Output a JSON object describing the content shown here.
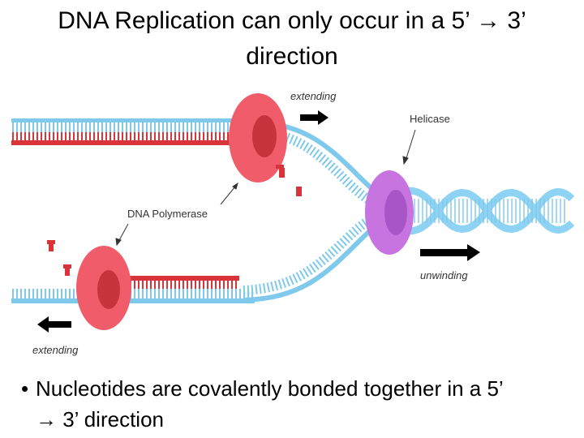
{
  "slide": {
    "title_line1": "DNA Replication can only occur in a 5’ → 3’",
    "title_line2": "direction",
    "bullet_symbol": "•",
    "bullet_line1": "Nucleotides are covalently bonded together in a 5’",
    "bullet_line2": "→ 3’ direction"
  },
  "diagram": {
    "labels": {
      "extending_top": "extending",
      "helicase": "Helicase",
      "dna_polymerase": "DNA Polymerase",
      "unwinding": "unwinding",
      "extending_bottom": "extending"
    },
    "colors": {
      "template_strand": "#7ec9ec",
      "new_strand": "#d9343a",
      "polymerase": "#f05c6a",
      "helicase": "#c774e0",
      "helix": "#8fd3f4",
      "arrow": "#000000"
    }
  }
}
